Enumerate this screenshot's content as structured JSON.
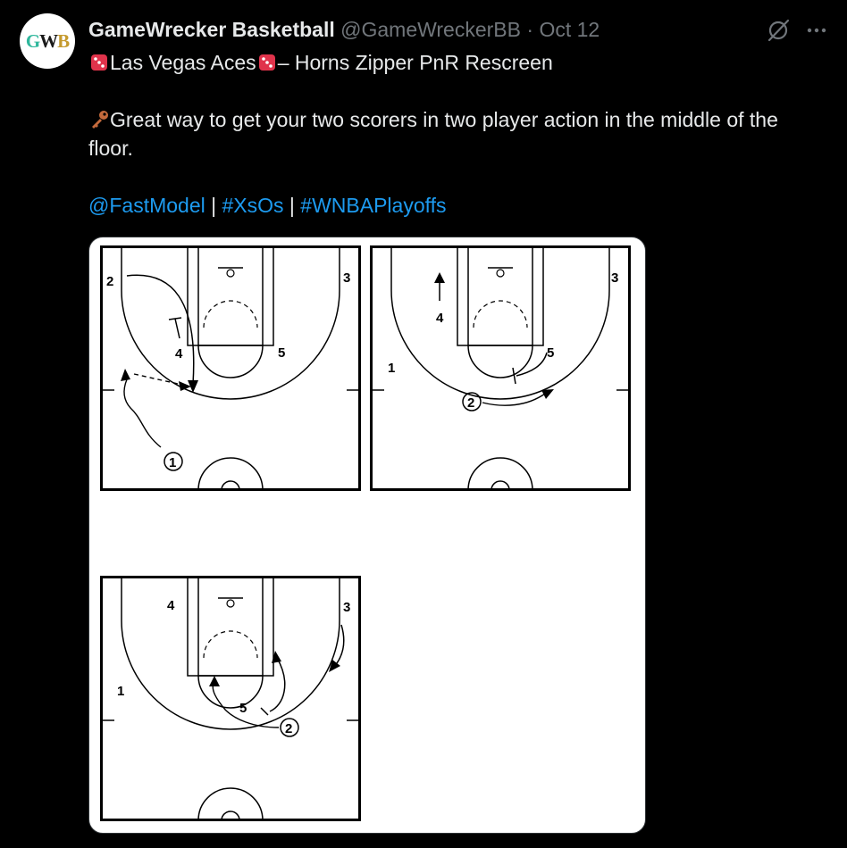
{
  "author": {
    "avatar_initials": {
      "g": "G",
      "w": "W",
      "b": "B"
    },
    "name": "GameWrecker Basketball",
    "handle": "@GameWreckerBB",
    "separator": "·",
    "date": "Oct 12"
  },
  "icons": {
    "header_right": [
      "grok-icon",
      "more-icon"
    ],
    "inline": [
      "dice-emoji",
      "dice-emoji",
      "key-emoji"
    ]
  },
  "tweet": {
    "title_team": "Las Vegas Aces",
    "title_play": "– Horns Zipper PnR Rescreen",
    "body": "Great way to get your two scorers in two player action in the middle of the floor.",
    "links": [
      "@FastModel",
      "#XsOs",
      "#WNBAPlayoffs"
    ],
    "link_separator": " | "
  },
  "colors": {
    "background": "#000000",
    "text": "#e7e9ea",
    "secondary": "#71767b",
    "link": "#1d9bf0"
  },
  "diagrams": [
    {
      "players": {
        "p1": "1",
        "p2": "2",
        "p3": "3",
        "p4": "4",
        "p5": "5"
      }
    },
    {
      "players": {
        "p1": "1",
        "p2": "2",
        "p3": "3",
        "p4": "4",
        "p5": "5"
      }
    },
    {
      "players": {
        "p1": "1",
        "p2": "2",
        "p3": "3",
        "p4": "4",
        "p5": "5"
      }
    }
  ]
}
